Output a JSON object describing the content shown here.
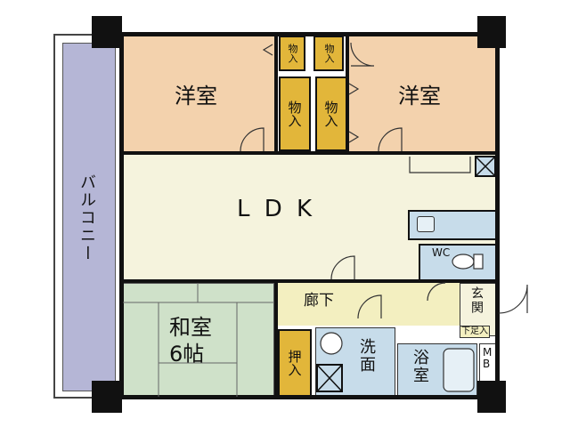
{
  "rooms": {
    "western_room_left": "洋室",
    "western_room_right": "洋室",
    "ldk": "L D K",
    "japanese_room": "和室",
    "japanese_room_size": "6帖",
    "corridor": "廊下",
    "washroom": "洗面",
    "bathroom": "浴室",
    "entrance": "玄関",
    "shoe_storage": "下足入",
    "wc": "WC",
    "mb": "MB",
    "balcony": "バルコニー"
  },
  "storage": {
    "closet_label": "物入",
    "oshiire": "押入"
  },
  "colors": {
    "western": "#f3d2ad",
    "ldk": "#f5f3dd",
    "japanese": "#cfe1c9",
    "corridor": "#f3efc0",
    "wet_area": "#c7dcea",
    "closet": "#e2b63a",
    "balcony": "#b5b6d6",
    "wall": "#111111"
  }
}
